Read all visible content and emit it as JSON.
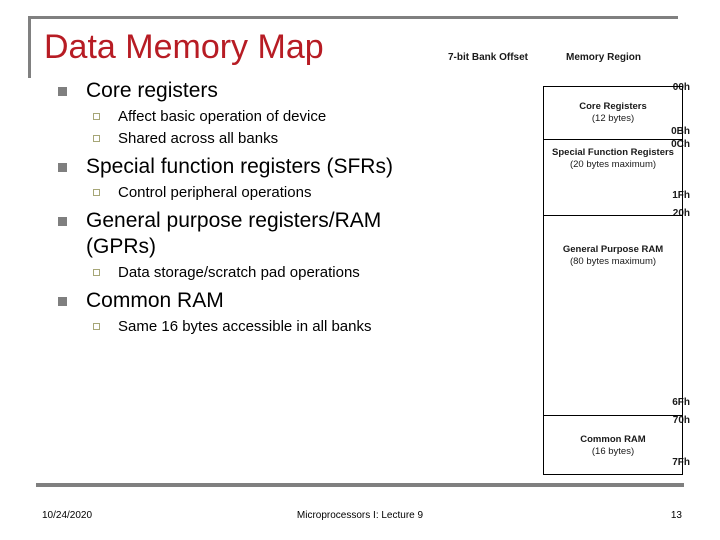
{
  "slide": {
    "title": "Data Memory Map",
    "accent_color": "#B71C24",
    "bullet_color": "#7F7F7F",
    "subbullet_color": "#A6A677"
  },
  "bullets": [
    {
      "label": "Core registers",
      "children": [
        "Affect basic operation of device",
        "Shared across all banks"
      ]
    },
    {
      "label": "Special function registers (SFRs)",
      "children": [
        "Control peripheral operations"
      ]
    },
    {
      "label": "General purpose registers/RAM (GPRs)",
      "children": [
        "Data storage/scratch pad operations"
      ]
    },
    {
      "label": "Common RAM",
      "children": [
        "Same 16 bytes accessible in all banks"
      ]
    }
  ],
  "diagram": {
    "offset_header": "7-bit Bank Offset",
    "region_header": "Memory Region",
    "blocks": [
      {
        "name": "Core Registers",
        "size": "(12 bytes)",
        "start_addr": "00h",
        "end_addr": "0Bh"
      },
      {
        "name": "Special Function Registers",
        "size": "(20 bytes maximum)",
        "start_addr": "0Ch",
        "end_addr": "1Fh"
      },
      {
        "name": "General Purpose RAM",
        "size": "(80 bytes maximum)",
        "start_addr": "20h",
        "end_addr": "6Fh"
      },
      {
        "name": "Common RAM",
        "size": "(16 bytes)",
        "start_addr": "70h",
        "end_addr": "7Fh"
      }
    ]
  },
  "footer": {
    "date": "10/24/2020",
    "center": "Microprocessors I: Lecture 9",
    "page": "13"
  }
}
